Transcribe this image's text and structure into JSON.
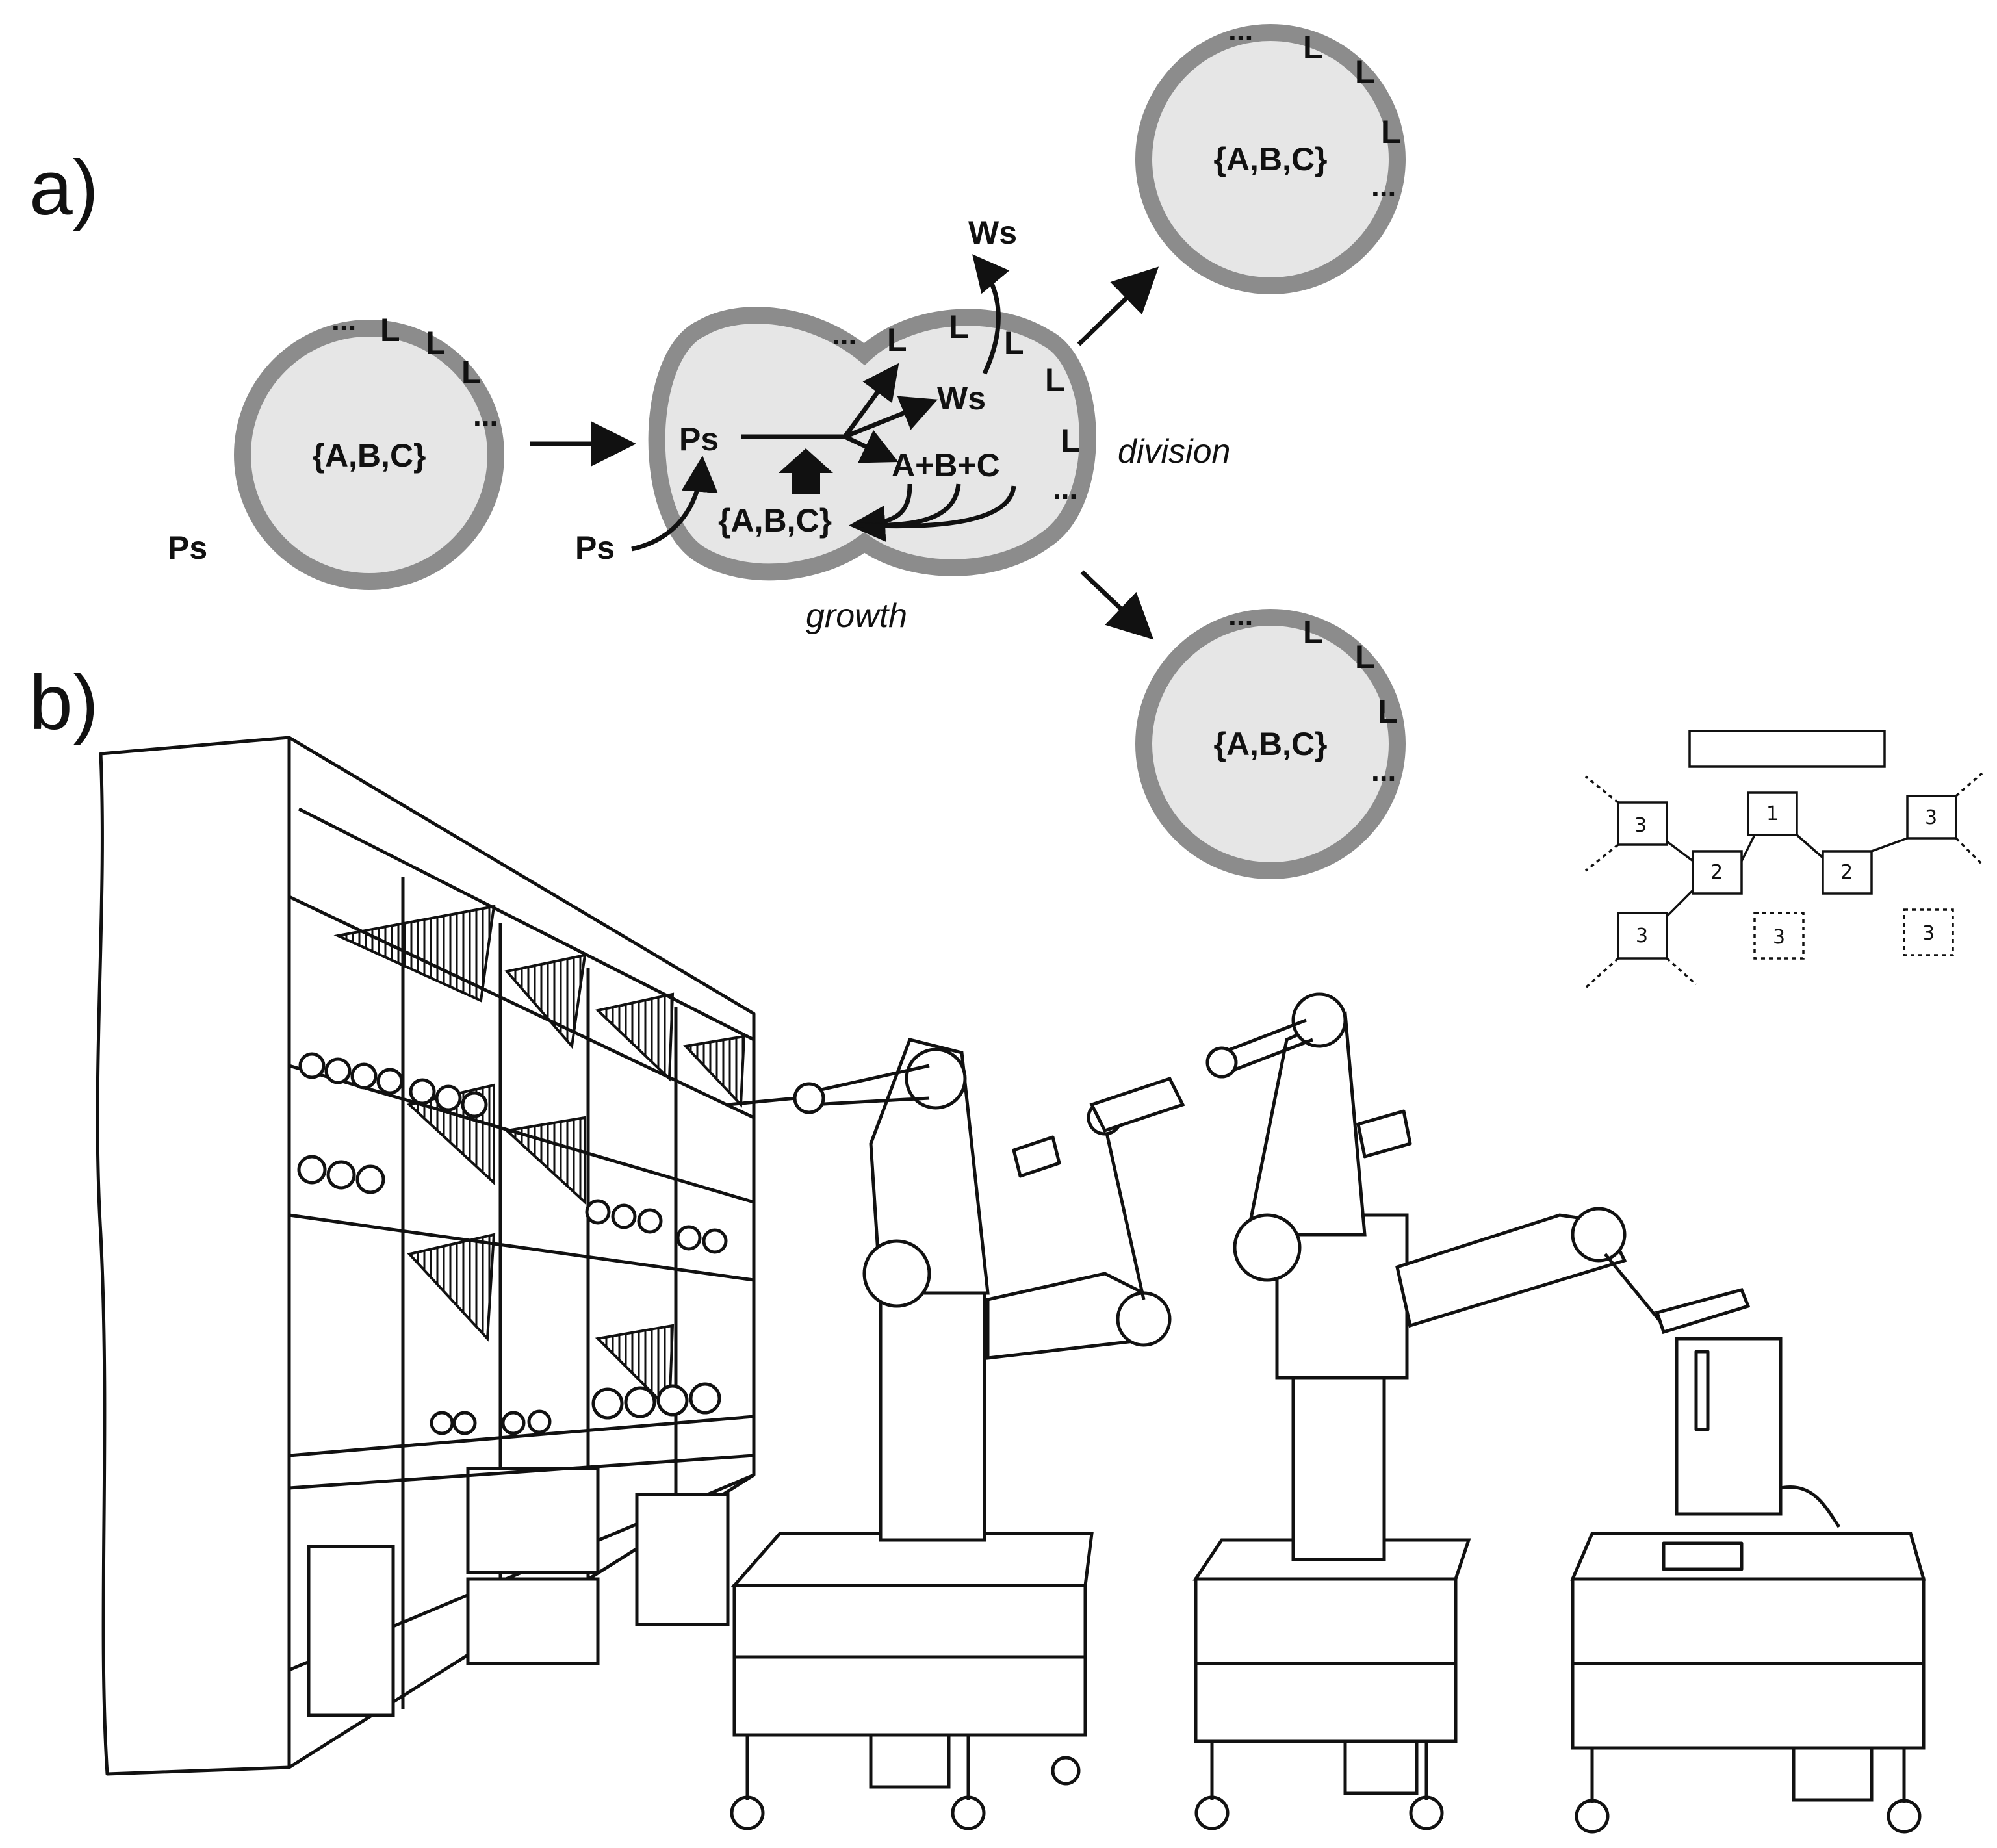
{
  "panel_a": {
    "label": "a)",
    "cell_set": "{A,B,C}",
    "lipid_mark": "L",
    "ellipsis": "...",
    "precursor_outside": "Ps",
    "precursor_inflow": "Ps",
    "precursor_inside": "Ps",
    "waste_inside": "Ws",
    "waste_outside": "Ws",
    "reaction_products": "A+B+C",
    "growth_label": "growth",
    "division_label": "division"
  },
  "panel_b": {
    "label": "b)",
    "layout_sketch_numbers": [
      "3",
      "1",
      "3",
      "2",
      "2",
      "3",
      "3",
      "3"
    ]
  }
}
